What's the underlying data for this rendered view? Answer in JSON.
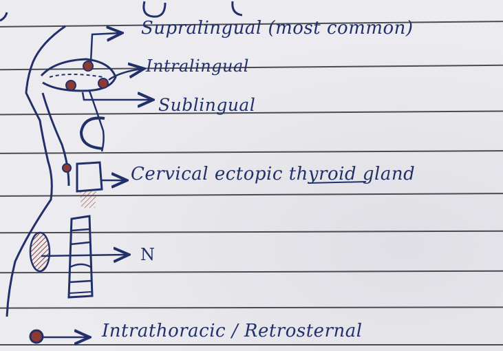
{
  "labels": {
    "supralingual": "Supralingual (most common)",
    "intralingual": "Intralingual",
    "sublingual": "Sublingual",
    "cervical": "Cervical ectopic thyroid gland",
    "n": "N",
    "intrathoracic": "Intrathoracic / Retrosternal"
  },
  "colors": {
    "ink": "#22306a",
    "paper": "#ecebef",
    "rule_line": "#2e2e36",
    "gland_red": "#8c3a32"
  }
}
